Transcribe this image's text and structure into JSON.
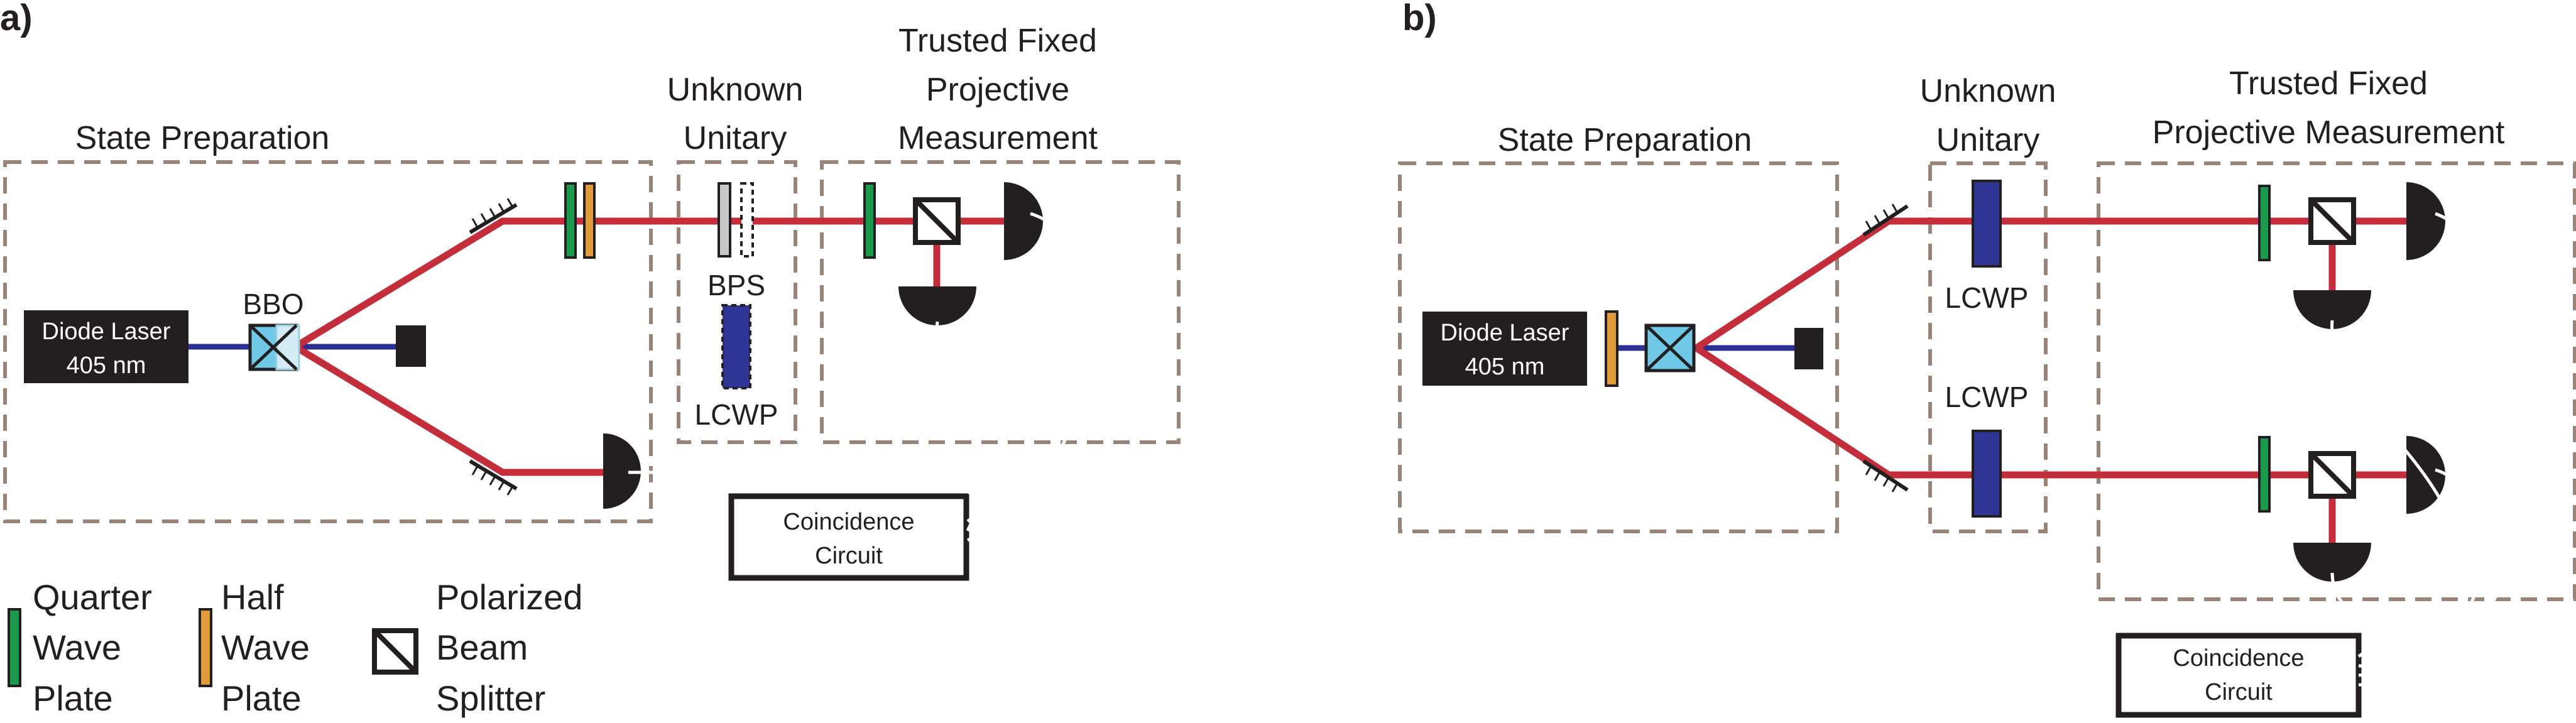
{
  "panels": {
    "a": {
      "label": "a)",
      "state_preparation": "State Preparation",
      "unknown_unitary": [
        "Unknown",
        "Unitary"
      ],
      "measurement": [
        "Trusted Fixed",
        "Projective",
        "Measurement"
      ],
      "laser": [
        "Diode Laser",
        "405 nm"
      ],
      "crystal": "BBO",
      "bps": "BPS",
      "lcwp": "LCWP",
      "coincidence": [
        "Coincidence",
        "Circuit"
      ]
    },
    "b": {
      "label": "b)",
      "state_preparation": "State Preparation",
      "unknown_unitary": [
        "Unknown",
        "Unitary"
      ],
      "measurement": [
        "Trusted Fixed",
        "Projective Measurement"
      ],
      "laser": [
        "Diode Laser",
        "405 nm"
      ],
      "lcwp_top": "LCWP",
      "lcwp_bottom": "LCWP",
      "coincidence": [
        "Coincidence",
        "Circuit"
      ]
    }
  },
  "legend": {
    "qwp": [
      "Quarter",
      "Wave",
      "Plate"
    ],
    "hwp": [
      "Half",
      "Wave",
      "Plate"
    ],
    "pbs": [
      "Polarized",
      "Beam",
      "Splitter"
    ]
  },
  "colors": {
    "qwp": "#1c9a4b",
    "hwp": "#e09a3c",
    "lcwp": "#2f3592",
    "pump_beam": "#2c3093",
    "photon_beam": "#c42d3a",
    "crystal": "#6fc8e6",
    "box_outline": "#9a8478"
  },
  "icons": [
    "mirror-icon",
    "beam-dump-icon",
    "detector-icon",
    "pbs-icon",
    "bbo-crystal-icon",
    "fiber-cable-icon"
  ]
}
